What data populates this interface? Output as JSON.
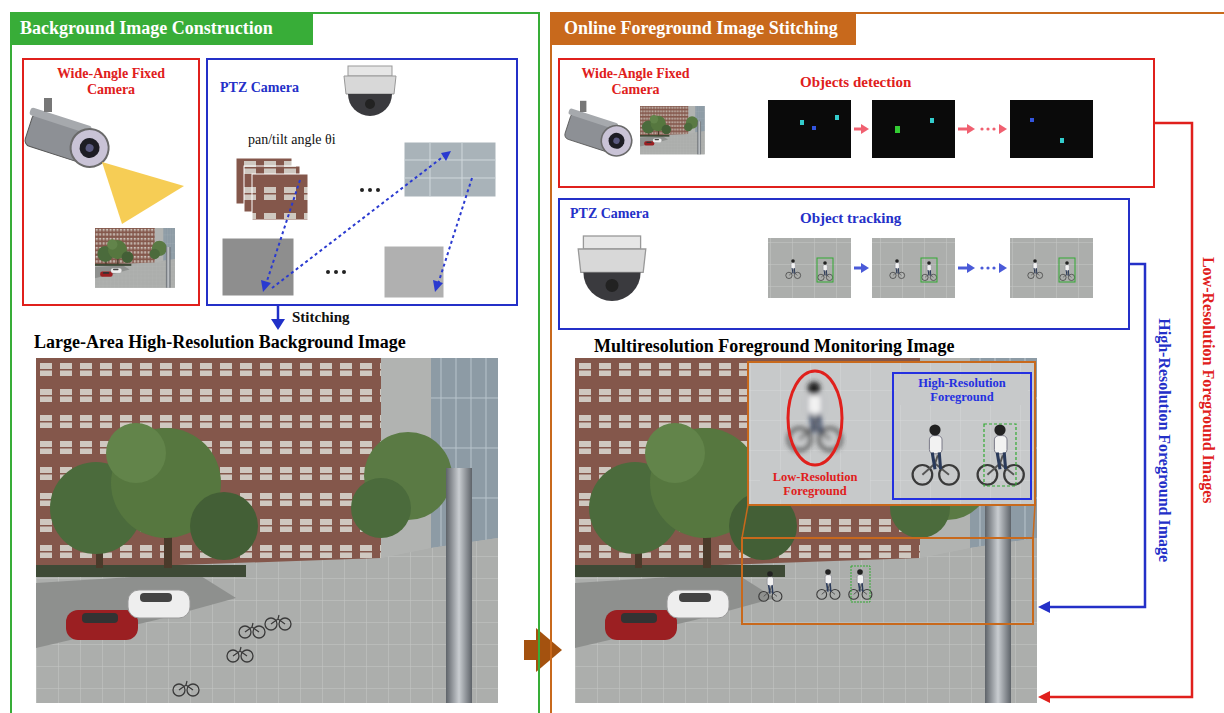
{
  "diagram": {
    "nodes": [
      {
        "text": [
          "Background Image Construction"
        ]
      },
      {
        "text": [
          "Wide-Angle Fixed Camera"
        ],
        "in": 0
      },
      {
        "text": [
          "PTZ Camera",
          "pan/tilt angle θi"
        ],
        "in": 0
      },
      {
        "text": [
          "Large-Area High-Resolution Background Image"
        ],
        "in": 0
      },
      {
        "text": [
          "Online Foreground Image Stitching"
        ]
      },
      {
        "text": [
          "Wide-Angle Fixed Camera",
          "Objects detection"
        ],
        "in": 4
      },
      {
        "text": [
          "PTZ Camera",
          "Object tracking"
        ],
        "in": 4
      },
      {
        "text": [
          "Multiresolution Foreground Monitoring Image"
        ],
        "in": 4
      },
      {
        "text": [
          "Low-Resolution Foreground"
        ],
        "in": 7
      },
      {
        "text": [
          "High-Resolution Foreground"
        ],
        "in": 7
      }
    ],
    "edges": [
      {
        "from": 2,
        "to": 3,
        "label": "Stitching",
        "arrow": "to"
      },
      {
        "from": 0,
        "to": 4,
        "arrow": "to"
      },
      {
        "from": 6,
        "to": 7,
        "label": "High-Resolution Foreground Image",
        "arrow": "to"
      },
      {
        "from": 5,
        "to": 7,
        "label": "Low-Resolution Foreground Images",
        "arrow": "to"
      }
    ]
  }
}
